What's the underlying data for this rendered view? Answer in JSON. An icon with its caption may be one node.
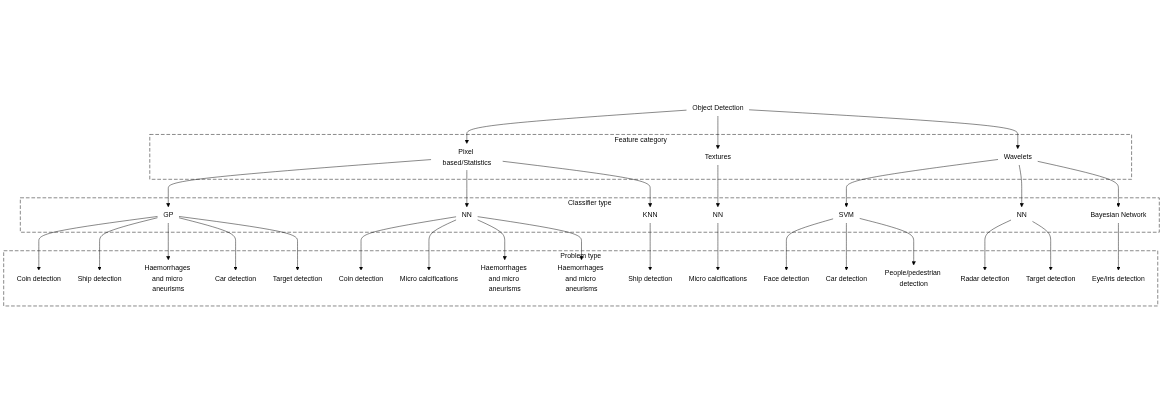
{
  "diagram": {
    "nodes": [
      {
        "text": [
          "Object Detection"
        ]
      },
      {
        "text": [
          "Feature category"
        ]
      },
      {
        "text": [
          "Pixel based/Statistics"
        ],
        "in": 1
      },
      {
        "text": [
          "Textures"
        ],
        "in": 1
      },
      {
        "text": [
          "Wavelets"
        ],
        "in": 1
      },
      {
        "text": [
          "Classifier type"
        ]
      },
      {
        "text": [
          "GP"
        ],
        "in": 5
      },
      {
        "text": [
          "NN"
        ],
        "in": 5
      },
      {
        "text": [
          "KNN"
        ],
        "in": 5
      },
      {
        "text": [
          "NN"
        ],
        "in": 5
      },
      {
        "text": [
          "SVM"
        ],
        "in": 5
      },
      {
        "text": [
          "NN"
        ],
        "in": 5
      },
      {
        "text": [
          "Bayesian Network"
        ],
        "in": 5
      },
      {
        "text": [
          "Problem type"
        ]
      },
      {
        "text": [
          "Coin detection"
        ],
        "in": 13
      },
      {
        "text": [
          "Ship detection"
        ],
        "in": 13
      },
      {
        "text": [
          "Haemorrhages and micro aneurisms"
        ],
        "in": 13
      },
      {
        "text": [
          "Car detection"
        ],
        "in": 13
      },
      {
        "text": [
          "Target detection"
        ],
        "in": 13
      },
      {
        "text": [
          "Coin detection"
        ],
        "in": 13
      },
      {
        "text": [
          "Micro calcifications"
        ],
        "in": 13
      },
      {
        "text": [
          "Haemorrhages and micro aneurisms"
        ],
        "in": 13
      },
      {
        "text": [
          "Haemorrhages and micro aneurisms"
        ],
        "in": 13
      },
      {
        "text": [
          "Ship detection"
        ],
        "in": 13
      },
      {
        "text": [
          "Micro calcifications"
        ],
        "in": 13
      },
      {
        "text": [
          "Face detection"
        ],
        "in": 13
      },
      {
        "text": [
          "Car detection"
        ],
        "in": 13
      },
      {
        "text": [
          "People/pedestrian detection"
        ],
        "in": 13
      },
      {
        "text": [
          "Radar detection"
        ],
        "in": 13
      },
      {
        "text": [
          "Target detection"
        ],
        "in": 13
      },
      {
        "text": [
          "Eye/iris detection"
        ],
        "in": 13
      }
    ],
    "edges": [
      {
        "from": 0,
        "to": 2,
        "arrow": "to"
      },
      {
        "from": 0,
        "to": 3,
        "arrow": "to"
      },
      {
        "from": 0,
        "to": 4,
        "arrow": "to"
      },
      {
        "from": 2,
        "to": 6,
        "arrow": "to"
      },
      {
        "from": 2,
        "to": 7,
        "arrow": "to"
      },
      {
        "from": 2,
        "to": 8,
        "arrow": "to"
      },
      {
        "from": 3,
        "to": 9,
        "arrow": "to"
      },
      {
        "from": 4,
        "to": 10,
        "arrow": "to"
      },
      {
        "from": 4,
        "to": 11,
        "arrow": "to"
      },
      {
        "from": 4,
        "to": 12,
        "arrow": "to"
      },
      {
        "from": 6,
        "to": 14,
        "arrow": "to"
      },
      {
        "from": 6,
        "to": 15,
        "arrow": "to"
      },
      {
        "from": 6,
        "to": 16,
        "arrow": "to"
      },
      {
        "from": 6,
        "to": 17,
        "arrow": "to"
      },
      {
        "from": 6,
        "to": 18,
        "arrow": "to"
      },
      {
        "from": 7,
        "to": 19,
        "arrow": "to"
      },
      {
        "from": 7,
        "to": 20,
        "arrow": "to"
      },
      {
        "from": 7,
        "to": 21,
        "arrow": "to"
      },
      {
        "from": 7,
        "to": 22,
        "arrow": "to"
      },
      {
        "from": 8,
        "to": 23,
        "arrow": "to"
      },
      {
        "from": 9,
        "to": 24,
        "arrow": "to"
      },
      {
        "from": 10,
        "to": 25,
        "arrow": "to"
      },
      {
        "from": 10,
        "to": 26,
        "arrow": "to"
      },
      {
        "from": 10,
        "to": 27,
        "arrow": "to"
      },
      {
        "from": 11,
        "to": 28,
        "arrow": "to"
      },
      {
        "from": 11,
        "to": 29,
        "arrow": "to"
      },
      {
        "from": 12,
        "to": 30,
        "arrow": "to"
      }
    ]
  }
}
